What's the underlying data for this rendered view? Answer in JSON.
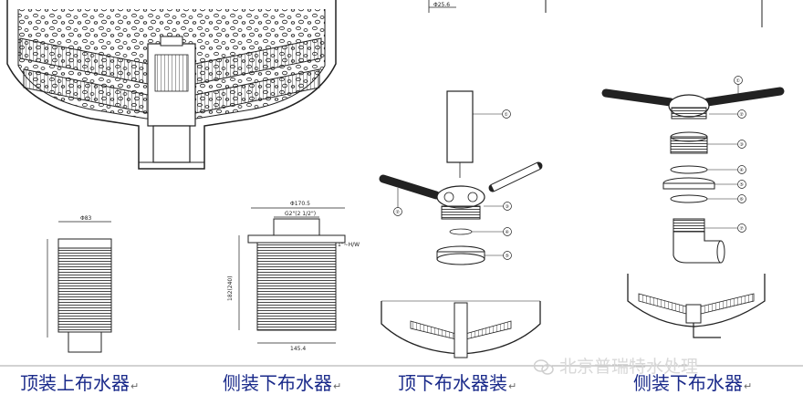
{
  "figures": [
    {
      "id": "fig1",
      "caption": "顶装上布水器",
      "dims": [
        "Φ83"
      ]
    },
    {
      "id": "fig2",
      "caption": "侧装下布水器",
      "dims": [
        "Φ170.5",
        "G2\"(2 1/2\")",
        "1\"~H/W",
        "182(240)",
        "145.4"
      ]
    },
    {
      "id": "fig3",
      "caption": "顶下布水器装",
      "callouts": [
        "①",
        "②",
        "③",
        "④",
        "⑤"
      ]
    },
    {
      "id": "fig4",
      "caption": "侧装下布水器",
      "callouts": [
        "①",
        "②",
        "③",
        "④",
        "⑤",
        "⑥",
        "⑦"
      ]
    }
  ],
  "top_dim": "Φ25.6",
  "caption_mark": "↵",
  "watermark": "北京普瑞特水处理"
}
